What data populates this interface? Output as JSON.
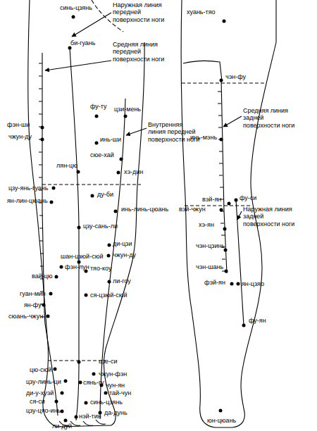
{
  "diagram": {
    "labels": [
      "синь-цзянь",
      "Наружная линия передней поверхности ноги",
      "би-гуань",
      "Средняя линия передней поверхности ноги",
      "фу-ту",
      "цзи-мень",
      "фэн-ши",
      "чжун-ду",
      "инь-ши",
      "Внутренняя линия передней поверхности ноги",
      "лян-цю",
      "сюе-хай",
      "хэ-дин",
      "цзу-янь-гуань",
      "ду-би",
      "инь-линь-цюань",
      "ян-лин-цюань",
      "цзу-сань-ли",
      "ди-цзи",
      "шан-цзюй-сюй",
      "чжун-ду",
      "фэн-лун",
      "тяо-коу",
      "вай-цю",
      "ли-гоу",
      "гуан-мин",
      "ся-цзюй-сюй",
      "ян-фу",
      "сюань-чжун",
      "цзе-си",
      "цю-сюй",
      "чжун-фэн",
      "цзу-линь-ци",
      "сянь-гу",
      "чун-ян",
      "ди-у-хуэй",
      "тай-чун",
      "ся-си",
      "синь-цзянь",
      "цзу-цяо-инь",
      "да-дунь",
      "нэй-тин",
      "ли-дуй",
      "хуань-тяо",
      "чэн-фу",
      "Средняя линия задней поверхности ноги",
      "инь-мэнь",
      "вэй-ян",
      "фу-си",
      "вэй-чжун",
      "Наружная линия задней поверхности ноги",
      "хэ-ян",
      "чэн-цзинь",
      "чэн-шань",
      "фэй-ян",
      "ян-цзяо",
      "фу-ян",
      "юн-цюань"
    ]
  }
}
